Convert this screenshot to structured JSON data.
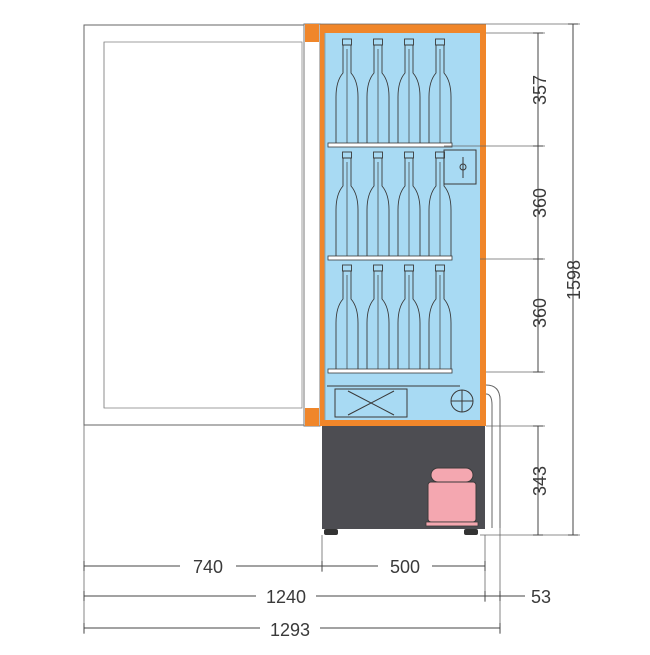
{
  "dimensions": {
    "door_open_width": "740",
    "cabinet_depth": "500",
    "depth_with_door": "1240",
    "rear_offset": "53",
    "overall_depth": "1293",
    "shelf_spacing_top": "357",
    "shelf_spacing_middle": "360",
    "shelf_spacing_bottom": "360",
    "compressor_height": "343",
    "overall_height": "1598"
  },
  "colors": {
    "interior": "#a8daf3",
    "frame": "#f0862a",
    "machine_compartment": "#4d4d52",
    "compressor": "#f4a7b0",
    "line": "#444444"
  },
  "shelves": [
    {
      "bottles": 4
    },
    {
      "bottles": 4
    },
    {
      "bottles": 4
    }
  ]
}
